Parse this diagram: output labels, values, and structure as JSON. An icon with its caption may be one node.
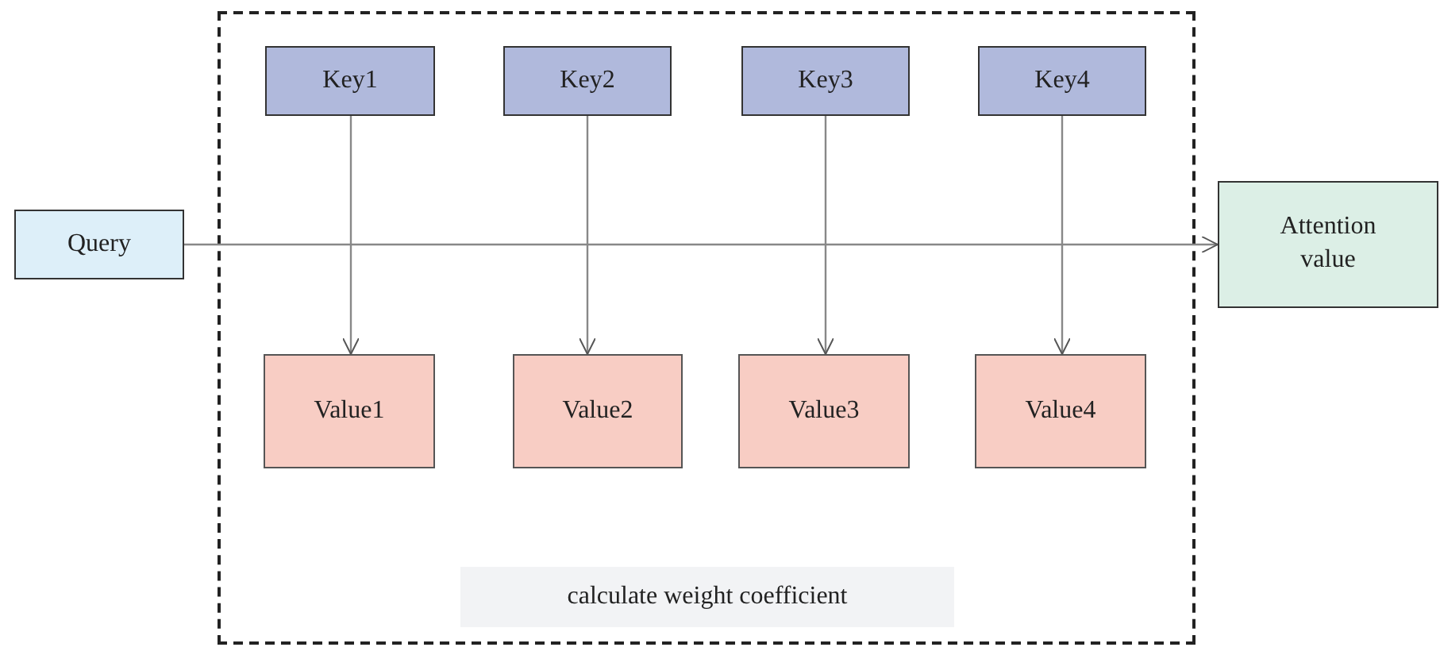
{
  "diagram": {
    "nodes": [
      {
        "text": [],
        "shape": "box"
      },
      {
        "text": [
          "Key1"
        ],
        "in": 0
      },
      {
        "text": [
          "Key2"
        ],
        "in": 0
      },
      {
        "text": [
          "Key3"
        ],
        "in": 0
      },
      {
        "text": [
          "Key4"
        ],
        "in": 0
      },
      {
        "text": [
          "Query"
        ]
      },
      {
        "text": [
          "Attention value"
        ]
      },
      {
        "text": [
          "Value1"
        ],
        "in": 0
      },
      {
        "text": [
          "Value2"
        ],
        "in": 0
      },
      {
        "text": [
          "Value3"
        ],
        "in": 0
      },
      {
        "text": [
          "Value4"
        ],
        "in": 0
      },
      {
        "text": [
          "calculate weight coefficient"
        ],
        "in": 0
      }
    ],
    "edges": [
      {
        "from": 5,
        "to": 6,
        "arrow": "to"
      },
      {
        "from": 1,
        "to": 7,
        "arrow": "to"
      },
      {
        "from": 2,
        "to": 8,
        "arrow": "to"
      },
      {
        "from": 3,
        "to": 9,
        "arrow": "to"
      },
      {
        "from": 4,
        "to": 10,
        "arrow": "to"
      }
    ]
  }
}
